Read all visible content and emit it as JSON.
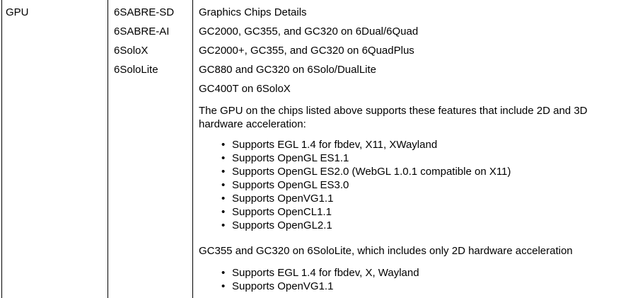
{
  "table": {
    "category": "GPU",
    "boards": [
      "6SABRE-SD",
      "6SABRE-AI",
      "6SoloX",
      "6SoloLite"
    ],
    "details": {
      "heading": "Graphics Chips Details",
      "chip_lines": [
        "GC2000, GC355, and GC320 on 6Dual/6Quad",
        "GC2000+, GC355, and GC320 on 6QuadPlus",
        "GC880 and GC320 on 6Solo/DualLite",
        "GC400T on 6SoloX"
      ],
      "features_intro": "The GPU on the chips listed above supports these features that include 2D and 3D hardware acceleration:",
      "bullet_glyph": "•",
      "features": [
        "Supports EGL 1.4 for fbdev, X11, XWayland",
        "Supports OpenGL ES1.1",
        "Supports OpenGL ES2.0 (WebGL 1.0.1 compatible on X11)",
        "Supports OpenGL ES3.0",
        "Supports OpenVG1.1",
        "Supports OpenCL1.1",
        "Supports OpenGL2.1"
      ],
      "sololite_intro": "GC355 and GC320 on 6SoloLite, which includes only 2D hardware acceleration",
      "sololite_features": [
        "Supports EGL 1.4 for fbdev, X, Wayland",
        "Supports OpenVG1.1"
      ]
    }
  },
  "colors": {
    "text": "#000000",
    "rule": "#000000",
    "background": "#ffffff"
  }
}
